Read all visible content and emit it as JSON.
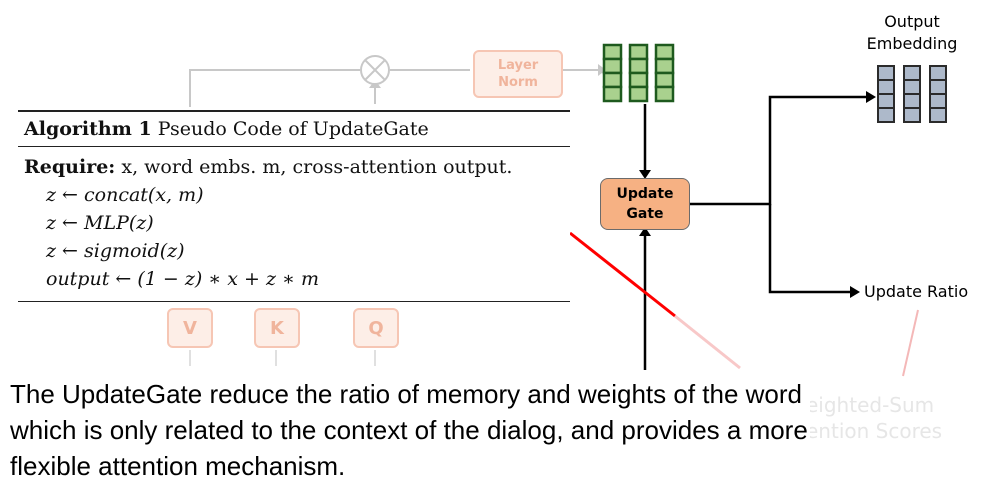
{
  "layer_norm": {
    "label": "Layer\nNorm"
  },
  "algorithm": {
    "title_bold": "Algorithm 1",
    "title_rest": " Pseudo Code of UpdateGate",
    "require_label": "Require:",
    "require_text": " x, word embs. m, cross-attention output.",
    "lines": [
      "z ← concat(x, m)",
      "z ← MLP(z)",
      "z ← sigmoid(z)",
      "output ← (1 − z) ∗ x + z ∗ m"
    ]
  },
  "faded_inputs": [
    "V",
    "K",
    "Q"
  ],
  "update_gate": {
    "label": "Update\nGate"
  },
  "output_embedding": {
    "line1": "Output",
    "line2": "Embedding"
  },
  "update_ratio": {
    "label": "Update Ratio"
  },
  "faded_labels": {
    "line1": "eighted-Sum",
    "line2": "ention Scores"
  },
  "caption": "The UpdateGate reduce the ratio of memory and weights of the word which is only related to the context of the dialog, and provides a more flexible attention mechanism.",
  "colors": {
    "green_cell": "#a9d18e",
    "blue_cell": "#adb9ca",
    "gate_fill": "#f6b183",
    "red_line": "#ff0000"
  }
}
